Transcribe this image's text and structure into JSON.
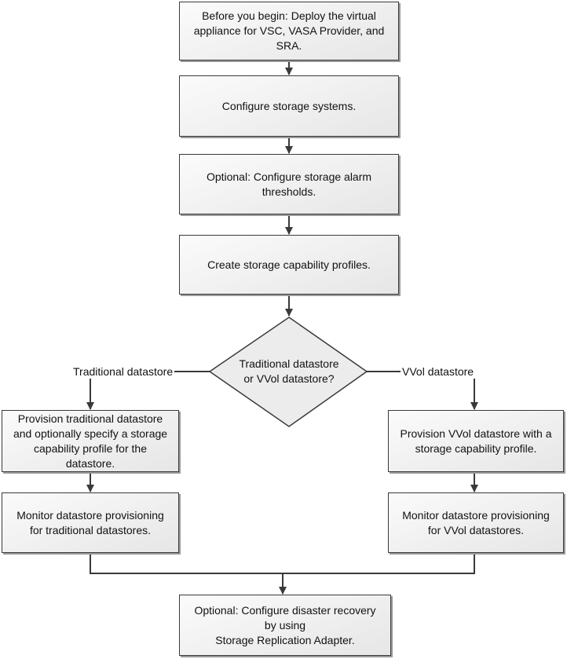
{
  "steps": {
    "before_begin": "Before you begin: Deploy the virtual\nappliance for VSC, VASA Provider, and\nSRA.",
    "configure_storage": "Configure storage systems.",
    "alarm_thresholds": "Optional: Configure storage alarm\nthresholds.",
    "capability_profiles": "Create storage capability profiles.",
    "decision": "Traditional datastore\nor VVol datastore?",
    "provision_traditional": "Provision traditional datastore\nand optionally specify a storage\ncapability profile for the\ndatastore.",
    "monitor_traditional": "Monitor datastore provisioning\nfor traditional datastores.",
    "provision_vvol": "Provision VVol datastore with a\nstorage capability profile.",
    "monitor_vvol": "Monitor datastore provisioning\nfor VVol datastores.",
    "disaster_recovery": "Optional: Configure disaster recovery\nby using\nStorage Replication Adapter."
  },
  "branches": {
    "left": "Traditional datastore",
    "right": "VVol datastore"
  }
}
